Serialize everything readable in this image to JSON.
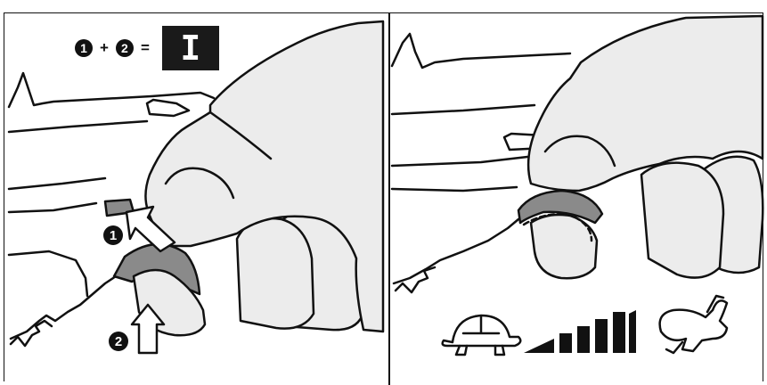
{
  "formula": {
    "step1": "1",
    "plus": "+",
    "step2": "2",
    "equals": "=",
    "mode_symbol": "I"
  },
  "callouts": {
    "step1": "1",
    "step2": "2"
  },
  "icons": [
    "turtle-icon",
    "speed-bars-icon",
    "rabbit-icon"
  ],
  "colors": {
    "trigger_gray": "#8a8a8a",
    "glove": "#ececec",
    "outline": "#111111"
  }
}
